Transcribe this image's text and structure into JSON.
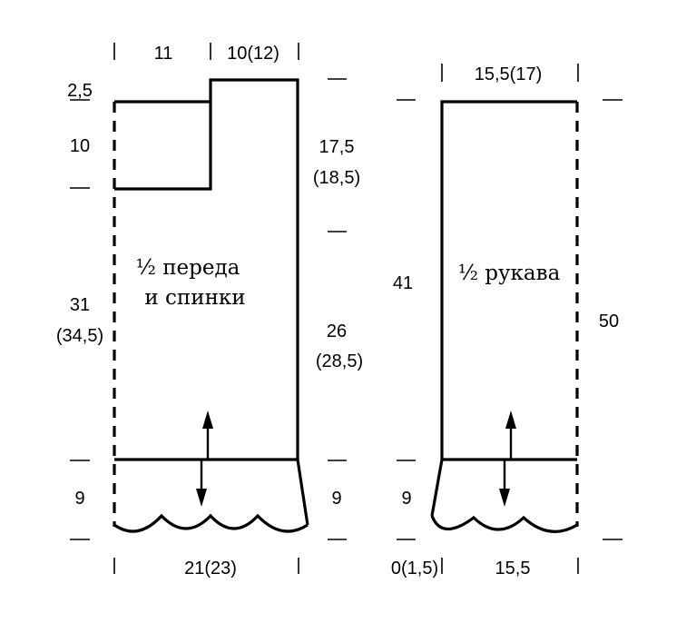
{
  "body_piece": {
    "name_line1": "½ переда",
    "name_line2": "и спинки",
    "top_left_width": "11",
    "top_right_width": "10(12)",
    "shoulder_drop": "2,5",
    "neck_depth": "10",
    "left_height_main": "31",
    "left_height_alt": "(34,5)",
    "armhole_height_main": "17,5",
    "armhole_height_alt": "(18,5)",
    "side_height_main": "26",
    "side_height_alt": "(28,5)",
    "hem_left": "9",
    "hem_right": "9",
    "bottom_width": "21(23)"
  },
  "sleeve_piece": {
    "name": "½ рукава",
    "top_width": "15,5(17)",
    "left_height": "41",
    "right_height": "50",
    "hem_left": "9",
    "bottom_left": "0(1,5)",
    "bottom_width": "15,5"
  },
  "colors": {
    "line": "#000000",
    "background": "#ffffff"
  }
}
